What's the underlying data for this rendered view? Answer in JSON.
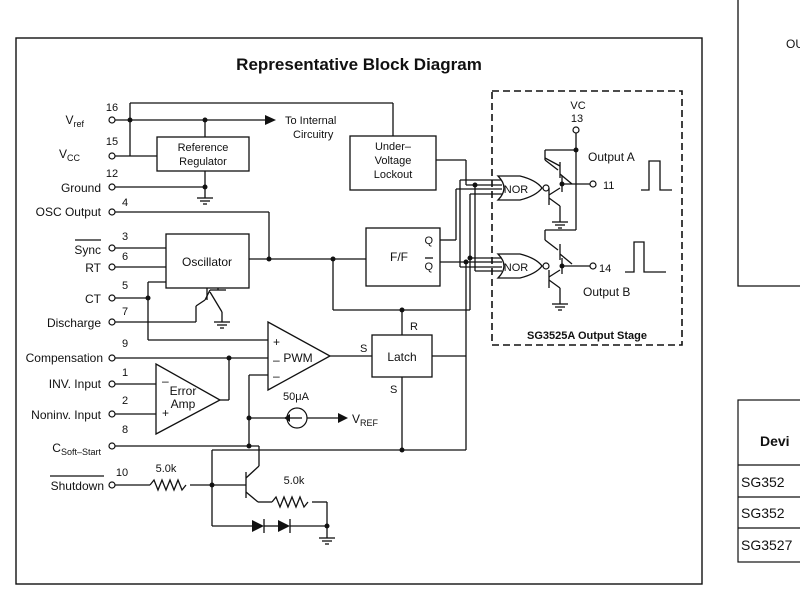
{
  "diagram": {
    "title": "Representative Block Diagram",
    "pins": {
      "vref": {
        "num": "16",
        "label": "V",
        "sub": "ref"
      },
      "vcc": {
        "num": "15",
        "label": "V",
        "sub": "CC"
      },
      "ground": {
        "num": "12",
        "label": "Ground"
      },
      "osc_output": {
        "num": "4",
        "label": "OSC Output"
      },
      "sync": {
        "num": "3",
        "label": "Sync"
      },
      "rt": {
        "num": "6",
        "label": "RT"
      },
      "ct": {
        "num": "5",
        "label": "CT"
      },
      "discharge": {
        "num": "7",
        "label": "Discharge"
      },
      "compensation": {
        "num": "9",
        "label": "Compensation"
      },
      "inv_input": {
        "num": "1",
        "label": "INV. Input"
      },
      "noninv_input": {
        "num": "2",
        "label": "Noninv. Input"
      },
      "soft_start": {
        "num": "8",
        "label": "C",
        "sub": "Soft–Start"
      },
      "shutdown": {
        "num": "10",
        "label": "Shutdown"
      }
    },
    "blocks": {
      "reference_regulator": [
        "Reference",
        "Regulator"
      ],
      "undervoltage_lockout": [
        "Under–",
        "Voltage",
        "Lockout"
      ],
      "oscillator": "Oscillator",
      "flip_flop": "F/F",
      "latch": "Latch",
      "pwm": "PWM",
      "error_amp": [
        "Error",
        "Amp"
      ]
    },
    "labels": {
      "to_internal": [
        "To Internal",
        "Circuitry"
      ],
      "vc": "VC",
      "vc_pin": "13",
      "output_a": "Output A",
      "output_a_pin": "11",
      "output_b": "Output B",
      "output_b_pin": "14",
      "nor": "NOR",
      "q": "Q",
      "qbar": "Q",
      "s": "S",
      "r": "R",
      "current_source": "50μA",
      "vref_out": "V",
      "vref_out_sub": "REF",
      "r1": "5.0k",
      "r2": "5.0k",
      "plus": "+",
      "minus": "–",
      "output_stage": "SG3525A Output Stage"
    }
  },
  "right_panel": {
    "top_text": "OU",
    "table_header": "Devi",
    "rows": [
      "SG352",
      "SG352",
      "SG3527"
    ]
  }
}
